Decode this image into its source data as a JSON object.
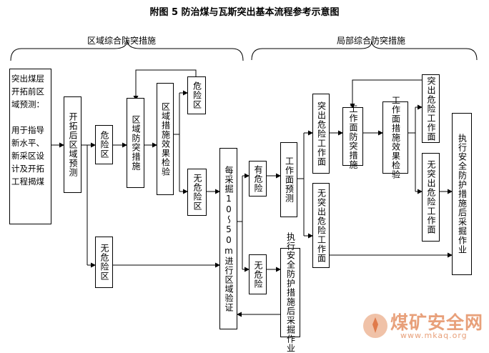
{
  "title": "附图 5  防治煤与瓦斯突出基本流程参考示意图",
  "sections": {
    "regional": "区域综合防突措施",
    "local": "局部综合防突措施"
  },
  "boxes": {
    "predict_before": "突出煤层开拓前区域预测：\n\n用于指导新水平、新采区设计及开拓工程揭煤",
    "predict_after": "开拓后区域预测",
    "danger_zone": "危险区",
    "nondanger_zone": "无危险区",
    "regional_measures": "区域防突措施",
    "effect_check": "区域措施效果检验",
    "check_danger": "危险区",
    "check_nondanger": "无危险区",
    "verify": "每采掘10～50m进行区域验证",
    "has_danger": "有危险",
    "no_danger": "无危险",
    "safety_mining": "执行安全防护措施后采掘作业",
    "face_predict": "工作面预测",
    "face_danger": "突出危险工作面",
    "face_nondanger": "无突出危险工作面",
    "face_measures": "工作面防突措施",
    "face_effect": "工作面措施效果检验",
    "face_danger2": "突出危险工作面",
    "face_nondanger2": "无突出危险工作面",
    "final": "执行安全防护措施后采掘作业"
  },
  "watermark": {
    "text": "煤矿安全网",
    "url": "www.mkaq.org"
  }
}
